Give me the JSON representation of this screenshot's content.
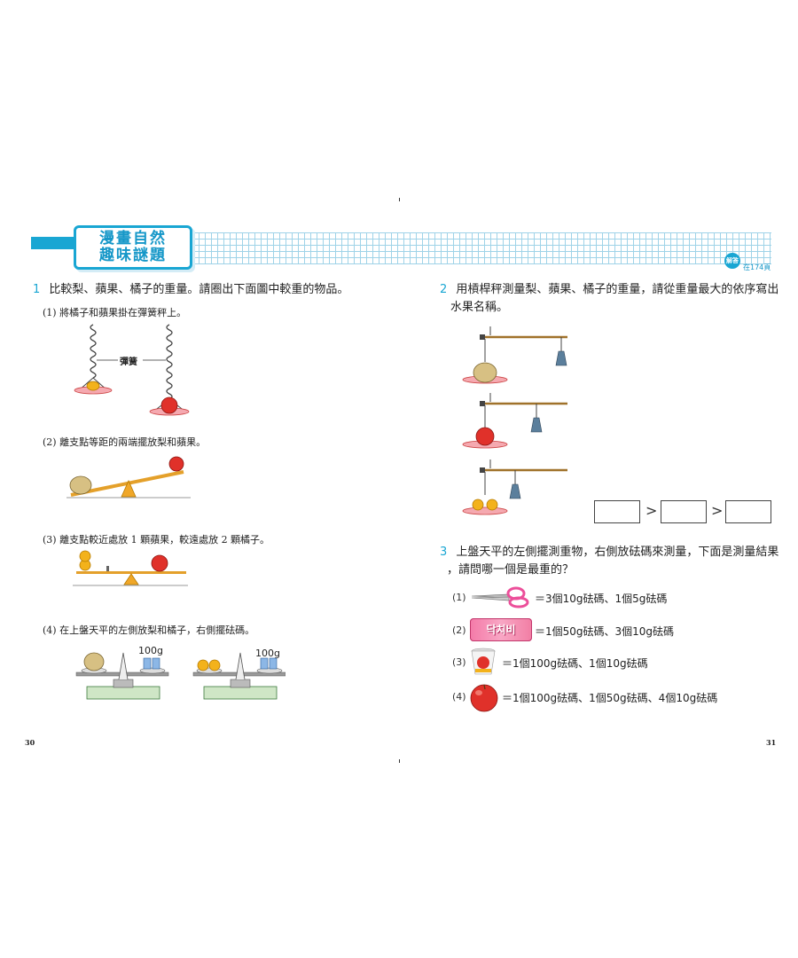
{
  "header": {
    "title_line1": "漫畫自然",
    "title_line2": "趣味謎題",
    "answer_badge": "解答",
    "answer_page": "在174頁"
  },
  "q1": {
    "number": "1",
    "text": "比較梨、蘋果、橘子的重量。請圈出下面圖中較重的物品。",
    "sub1": "(1) 將橘子和蘋果掛在彈簧秤上。",
    "spring_label": "彈簧",
    "sub2": "(2) 離支點等距的兩端擺放梨和蘋果。",
    "sub3": "(3) 離支點較近處放 1 顆蘋果，較遠處放 2 顆橘子。",
    "sub4": "(4) 在上盤天平的左側放梨和橘子，右側擺砝碼。",
    "weight_label_a": "100g",
    "weight_label_b": "100g"
  },
  "q2": {
    "number": "2",
    "text_line1": "用槓桿秤測量梨、蘋果、橘子的重量，請從重量最大的依序寫出",
    "text_line2": "水果名稱。",
    "gt": ">"
  },
  "q3": {
    "number": "3",
    "text_line1": "上盤天平的左側擺測重物，右側放砝碼來測量，下面是測量結果",
    "text_line2": "，請問哪一個是最重的？",
    "items": [
      {
        "num": "(1)",
        "result": "＝3個10g砝碼、1個5g砝碼"
      },
      {
        "num": "(2)",
        "result": "＝1個50g砝碼、3個10g砝碼"
      },
      {
        "num": "(3)",
        "result": "＝1個100g砝碼、1個10g砝碼"
      },
      {
        "num": "(4)",
        "result": "＝1個100g砝碼、1個50g砝碼、4個10g砝碼"
      }
    ],
    "snack_label": "닥치비"
  },
  "page_numbers": {
    "left": "30",
    "right": "31"
  },
  "colors": {
    "accent": "#19a6d3",
    "apple": "#e0312a",
    "orange": "#f3b21b",
    "pear": "#d7c083",
    "plate": "#f5a9b0"
  }
}
